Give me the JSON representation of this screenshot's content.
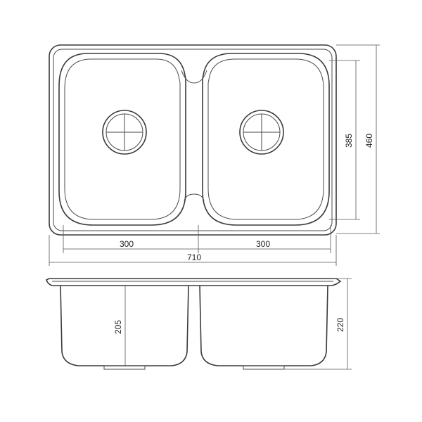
{
  "dimensions": {
    "bowl_width_left": "300",
    "bowl_width_right": "300",
    "overall_width": "710",
    "bowl_height": "385",
    "overall_height": "460",
    "bowl_depth": "205",
    "overall_depth": "220"
  },
  "colors": {
    "line": "#3a3a3a",
    "background": "#ffffff"
  }
}
